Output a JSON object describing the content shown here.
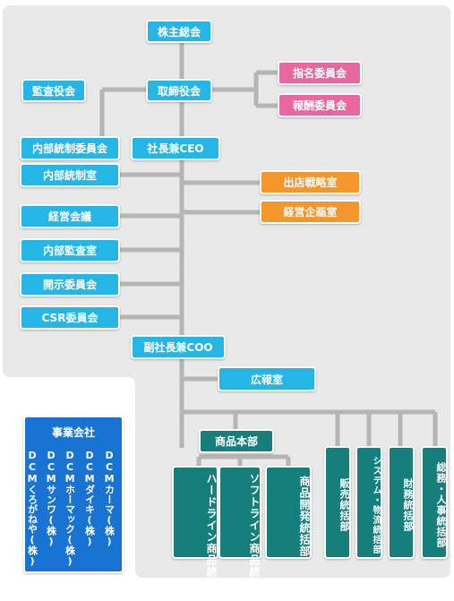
{
  "org": {
    "shareholders_meeting": "株主総会",
    "board_of_directors": "取締役会",
    "audit_board": "監査役会",
    "nomination_committee": "指名委員会",
    "compensation_committee": "報酬委員会",
    "internal_control_committee": "内部統制委員会",
    "president_ceo": "社長兼CEO",
    "internal_control_office": "内部統制室",
    "store_strategy_office": "出店戦略室",
    "management_planning_office": "経営企画室",
    "management_council": "経営会議",
    "internal_audit_office": "内部監査室",
    "disclosure_committee": "開示委員会",
    "csr_committee": "CSR委員会",
    "vice_president_coo": "副社長兼COO",
    "pr_office": "広報室",
    "subsidiaries": {
      "title": "事業会社",
      "companies": [
        "DCMカーマ(株)",
        "DCMダイキ(株)",
        "DCMホーマック(株)",
        "DCMサンワ(株)",
        "DCMくろがねや(株)"
      ]
    },
    "merchandising_division": "商品本部",
    "hardline": "ハードライン商品統括部",
    "softline": "ソフトライン商品統括部",
    "product_development": "商品開発統括部",
    "sales": "販売統括部",
    "systems_logistics": "システム・物流統括部",
    "finance": "財務統括部",
    "general_affairs_hr": "総務・人事統括部"
  },
  "colors": {
    "background_panel": "#e9e9e9",
    "connector": "#b5b5b5",
    "blue_box": "#25b6e6",
    "pink_box": "#e8679e",
    "orange_box": "#f4962b",
    "teal_box": "#167f7c",
    "subsidiary_box": "#1873d3"
  }
}
